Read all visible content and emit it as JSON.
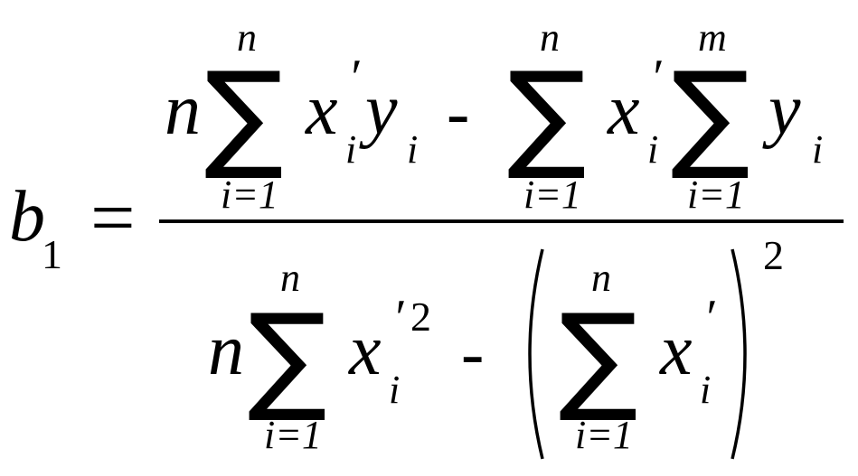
{
  "formula": {
    "lhs": {
      "symbol": "b",
      "subscript": "1"
    },
    "equals": "=",
    "numerator": {
      "coef": "n",
      "sum1": {
        "upper": "n",
        "lower": "i=1"
      },
      "term1": {
        "x": "x",
        "prime": "′",
        "x_sub": "i",
        "y": "y",
        "y_sub": "i"
      },
      "minus": "-",
      "sum2": {
        "upper": "n",
        "lower": "i=1"
      },
      "term2": {
        "x": "x",
        "prime": "′",
        "x_sub": "i"
      },
      "sum3": {
        "upper": "m",
        "lower": "i=1"
      },
      "term3": {
        "y": "y",
        "y_sub": "i"
      }
    },
    "denominator": {
      "coef": "n",
      "sum1": {
        "upper": "n",
        "lower": "i=1"
      },
      "term1": {
        "x": "x",
        "prime": "′",
        "sup": "2",
        "x_sub": "i"
      },
      "minus": "-",
      "sum2": {
        "upper": "n",
        "lower": "i=1"
      },
      "term2": {
        "x": "x",
        "prime": "′",
        "x_sub": "i"
      },
      "outer_sup": "2"
    }
  }
}
